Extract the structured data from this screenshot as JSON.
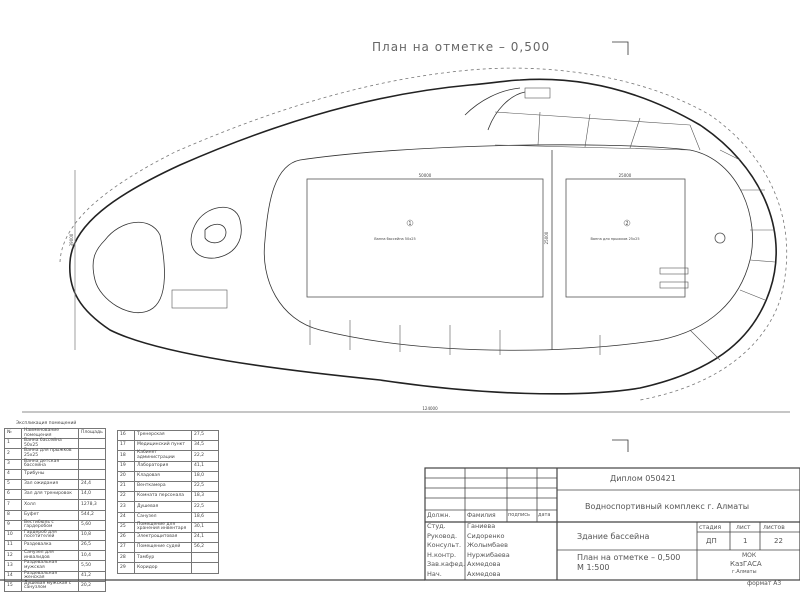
{
  "title": "План на отметке – 0,500",
  "drawing": {
    "pool_1": {
      "number": "1",
      "label": "Ванна бассейна 50х25"
    },
    "pool_2": {
      "number": "2",
      "label": "Ванна для прыжков 25х25"
    },
    "dimensions": {
      "pool_1_length": "50000",
      "pool_2_length": "25000",
      "pool_width": "25000",
      "overall_length": "124000",
      "overall_height": "39000"
    }
  },
  "explication": {
    "title": "Экспликация помещений",
    "headers": [
      "№",
      "Наименование помещения",
      "Площадь"
    ],
    "rows_left": [
      [
        "1",
        "Ванна бассейна 50х25",
        ""
      ],
      [
        "2",
        "Ванна для прыжков 25х25",
        ""
      ],
      [
        "3",
        "Ванна детская бассейна",
        ""
      ],
      [
        "4",
        "Трибуны",
        ""
      ],
      [
        "5",
        "Зал ожидания",
        "24,4"
      ],
      [
        "6",
        "Зал для тренировок",
        "14,0"
      ],
      [
        "7",
        "Холл",
        "1278,3"
      ],
      [
        "8",
        "Буфет",
        "544,2"
      ],
      [
        "9",
        "Вестибюль с гардеробом",
        "5,60"
      ],
      [
        "10",
        "Гардероб для посетителей",
        "10,8"
      ],
      [
        "11",
        "Раздевалка",
        "26,5"
      ],
      [
        "12",
        "Санузел для инвалидов",
        "10,4"
      ],
      [
        "13",
        "Раздевальная мужская",
        "5,50"
      ],
      [
        "14",
        "Раздевальная женская",
        "41,2"
      ],
      [
        "15",
        "Душевая мужская с санузлом",
        "20,2"
      ]
    ],
    "rows_right": [
      [
        "16",
        "Тренерская",
        "27,5"
      ],
      [
        "17",
        "Медицинский пункт",
        "34,5"
      ],
      [
        "18",
        "Кабинет администрации",
        "22,2"
      ],
      [
        "19",
        "Лаборатория",
        "41,1"
      ],
      [
        "20",
        "Кладовая",
        "18,0"
      ],
      [
        "21",
        "Венткамера",
        "22,5"
      ],
      [
        "22",
        "Комната персонала",
        "18,3"
      ],
      [
        "23",
        "Душевая",
        "22,5"
      ],
      [
        "24",
        "Санузел",
        "18,6"
      ],
      [
        "25",
        "Помещение для хранения инвентаря",
        "30,1"
      ],
      [
        "26",
        "Электрощитовая",
        "24,1"
      ],
      [
        "27",
        "Помещение судей",
        "56,2"
      ],
      [
        "28",
        "Тамбур",
        ""
      ],
      [
        "29",
        "Коридор",
        ""
      ]
    ]
  },
  "title_block": {
    "code": "Диплом  050421",
    "project": "Водноспортивный комплекс г. Алматы",
    "building": "Здание бассейна",
    "sheet_title": "План на отметке – 0,500",
    "scale": "М 1:500",
    "org_1": "МОК",
    "org_2": "КазГАСА",
    "org_3": "г.Алматы",
    "col_headers": [
      "Должн.",
      "Фамилия",
      "подпись",
      "дата"
    ],
    "stage_header": "стадия",
    "sheet_header": "лист",
    "sheets_header": "листов",
    "stage": "ДП",
    "sheet": "1",
    "sheets": "22",
    "people": [
      [
        "Студ.",
        "Ганиева"
      ],
      [
        "Руковод.",
        "Сидоренко"
      ],
      [
        "Консульт.",
        "Жолымбаев"
      ],
      [
        "Н.контр.",
        "Нуржибаева"
      ],
      [
        "Зав.кафед.",
        "Ахмедова"
      ],
      [
        "Нач.",
        "Ахмедова"
      ]
    ],
    "format": "формат А3"
  }
}
